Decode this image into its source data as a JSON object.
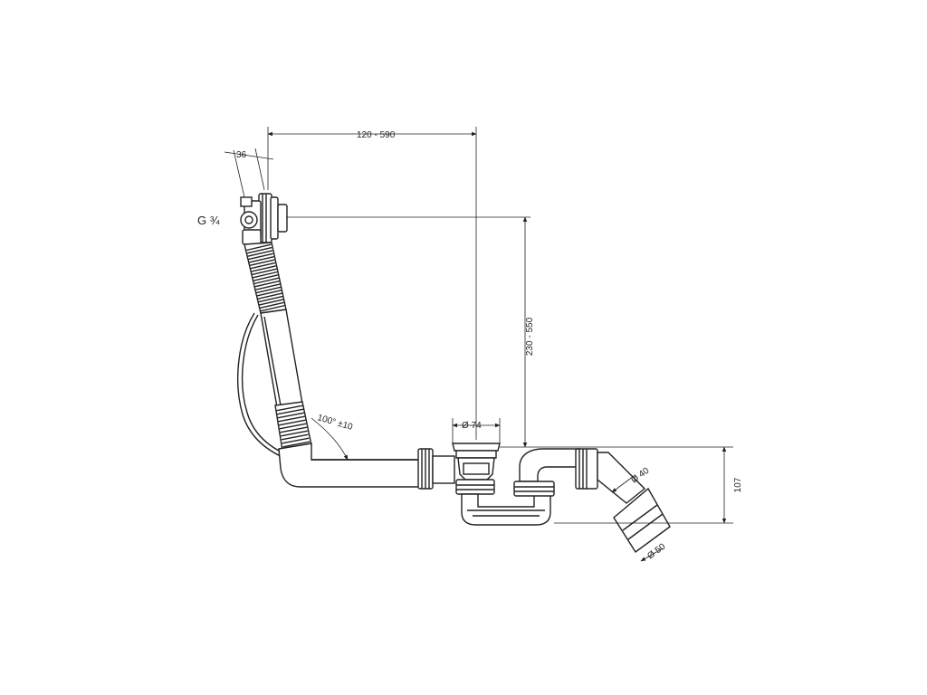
{
  "dimensions": {
    "overflow_reach": "120 - 590",
    "flange_depth": "36",
    "thread": "G ¾",
    "height_range": "230 - 550",
    "drain_diameter": "Ø 74",
    "hose_angle": "100° ±10",
    "pipe_diameter_inner": "Ø 40",
    "pipe_diameter_outer": "Ø 50",
    "trap_height": "107"
  }
}
